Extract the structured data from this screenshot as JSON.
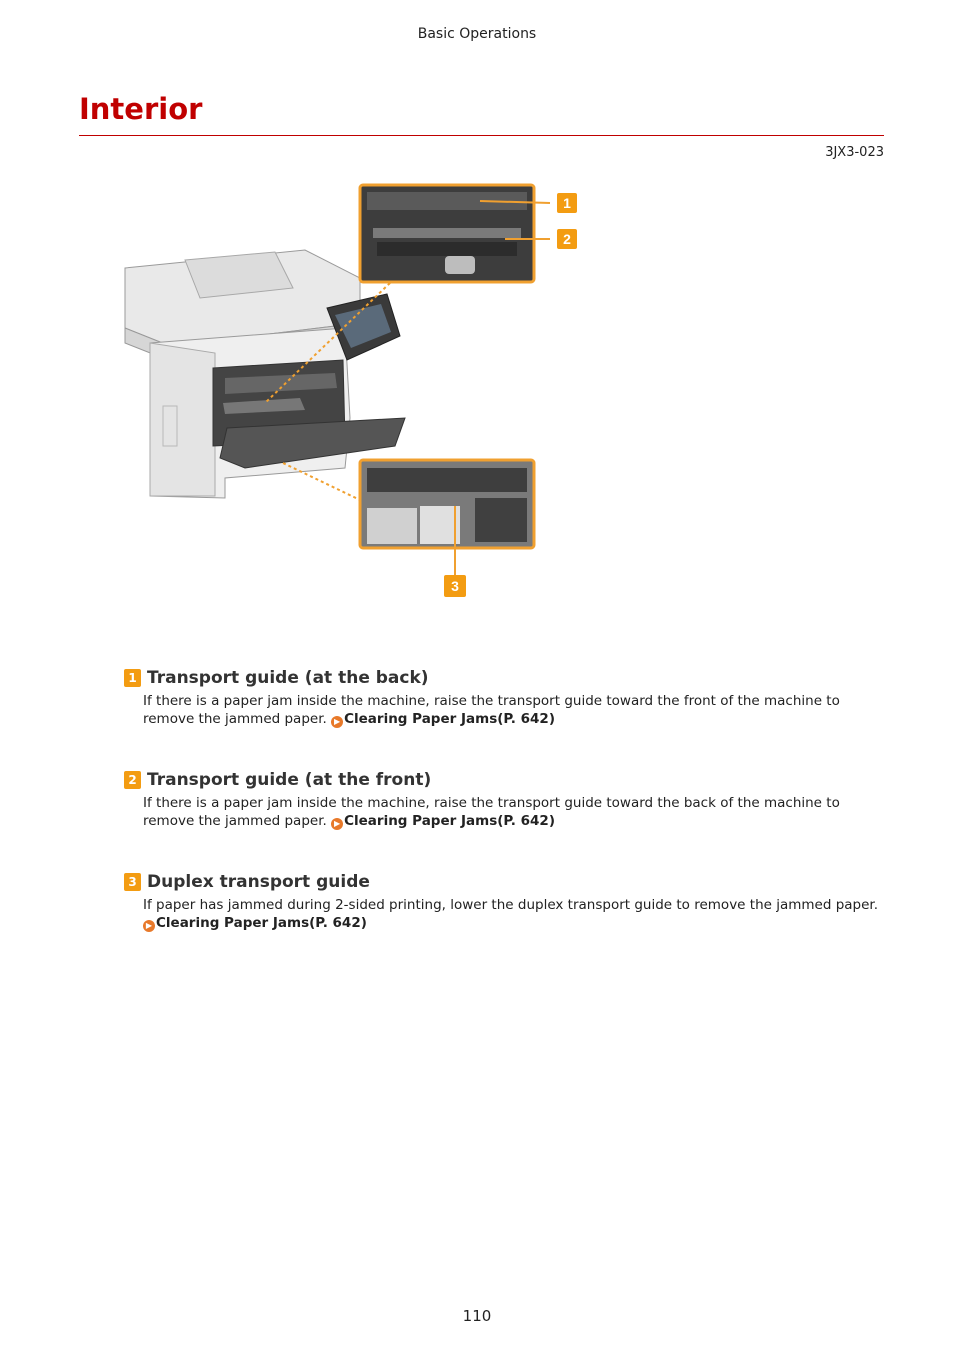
{
  "header": {
    "running_title": "Basic Operations"
  },
  "page": {
    "title": "Interior",
    "code": "3JX3-023",
    "number": "110"
  },
  "figure": {
    "callouts": [
      "1",
      "2",
      "3"
    ]
  },
  "sections": [
    {
      "badge": "1",
      "heading": "Transport guide (at the back)",
      "body": "If there is a paper jam inside the machine, raise the transport guide toward the front of the machine to remove the jammed paper.",
      "link": "Clearing Paper Jams(P. 642)"
    },
    {
      "badge": "2",
      "heading": "Transport guide (at the front)",
      "body": "If there is a paper jam inside the machine, raise the transport guide toward the back of the machine to remove the jammed paper.",
      "link": "Clearing Paper Jams(P. 642)"
    },
    {
      "badge": "3",
      "heading": "Duplex transport guide",
      "body": "If paper has jammed during 2-sided printing, lower the duplex transport guide to remove the jammed paper.",
      "link": "Clearing Paper Jams(P. 642)"
    }
  ],
  "colors": {
    "title": "#c00000",
    "badge": "#f39c12",
    "link_icon": "#e8792a"
  }
}
